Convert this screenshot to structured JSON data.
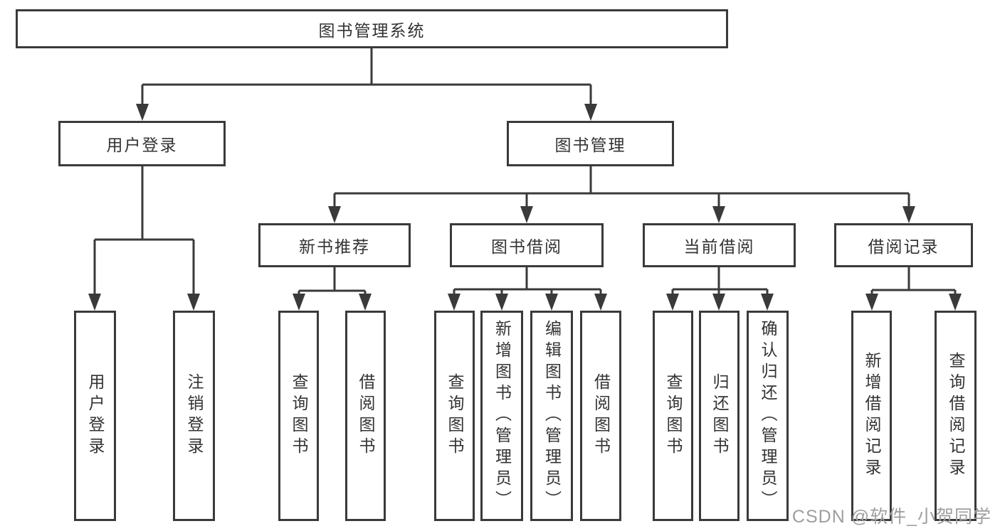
{
  "diagram": {
    "title": "图书管理系统",
    "watermark": "CSDN @软件_小贺同学",
    "colors": {
      "line": "#3a3a3a",
      "text": "#333333",
      "background": "#ffffff",
      "watermark": "#9e9e9e"
    }
  },
  "nodes": {
    "root": "图书管理系统",
    "user_login": "用户登录",
    "book_manage": "图书管理",
    "new_book_recommend": "新书推荐",
    "book_borrow": "图书借阅",
    "current_borrow": "当前借阅",
    "borrow_records": "借阅记录",
    "leaf_user_login": "用户登录",
    "leaf_logout": "注销登录",
    "leaf_recommend_query_books": "查询图书",
    "leaf_recommend_borrow_books": "借阅图书",
    "leaf_borrow_query_books": "查询图书",
    "leaf_borrow_add_books_admin": "新增图书（管理员）",
    "leaf_borrow_edit_books_admin": "编辑图书（管理员）",
    "leaf_borrow_borrow_books": "借阅图书",
    "leaf_current_query_books": "查询图书",
    "leaf_current_return_books": "归还图书",
    "leaf_current_confirm_return_admin": "确认归还（管理员）",
    "leaf_records_add_record": "新增借阅记录",
    "leaf_records_query_record": "查询借阅记录"
  }
}
